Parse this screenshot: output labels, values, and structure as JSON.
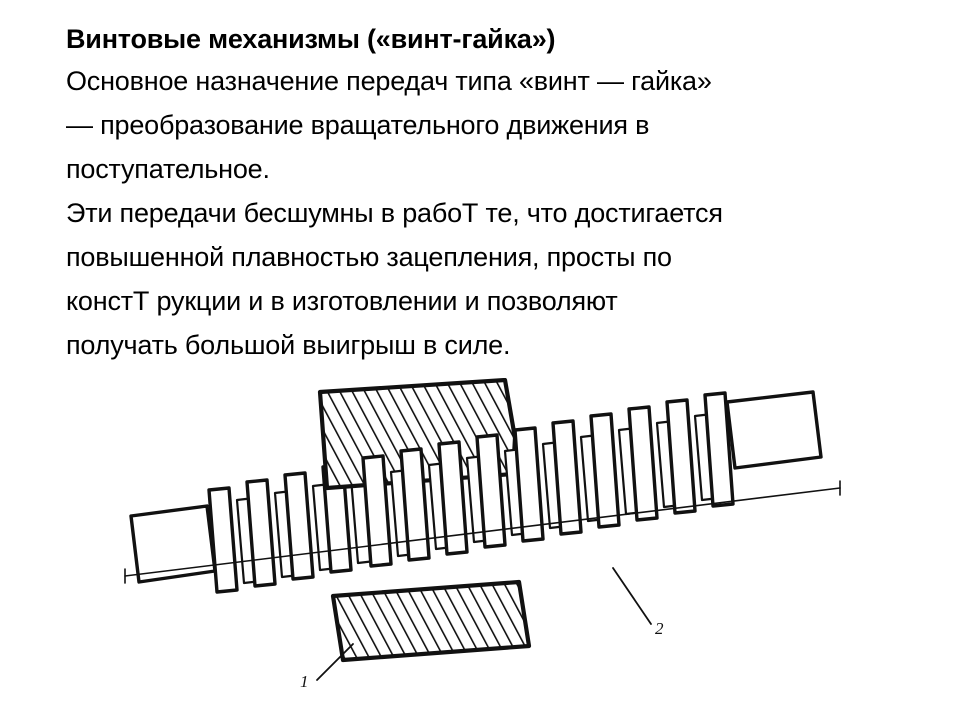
{
  "slide": {
    "title": "Винтовые механизмы («винт-гайка»)",
    "body_lines": [
      "Основное назначение передач типа «винт — гайка»",
      "— преобразование вращательного движения в",
      "поступательное.",
      "Эти передачи бесшумны в рабоТ те, что достигается",
      "повышенной плавностью зацепления, просты по",
      "констТ рукции и в изготовлении и позволяют",
      "получать большой выигрыш в силе."
    ]
  },
  "figure": {
    "description": "Технический чертёж передачи винт — гайка",
    "callouts": [
      {
        "id": "1",
        "label": "1",
        "refers_to": "гайка"
      },
      {
        "id": "2",
        "label": "2",
        "refers_to": "винт"
      }
    ]
  },
  "colors": {
    "background": "#ffffff",
    "text": "#000000",
    "line": "#111111"
  }
}
